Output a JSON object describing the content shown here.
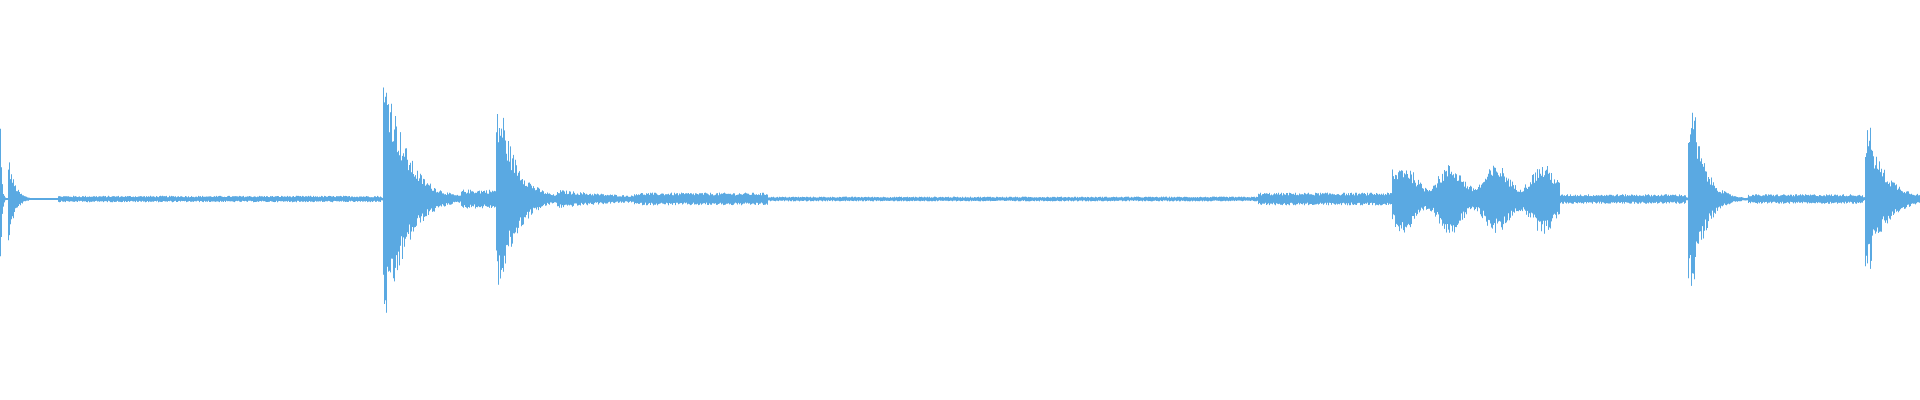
{
  "waveform": {
    "color": "#5aa9e2",
    "background": "#ffffff",
    "duration_fraction_note_free": true,
    "segments": [
      {
        "start": 0.0,
        "end": 0.004,
        "peak": 0.52,
        "decay": 6.0
      },
      {
        "start": 0.004,
        "end": 0.03,
        "peak": 0.3,
        "decay": 8.0
      },
      {
        "start": 0.03,
        "end": 0.198,
        "peak": 0.02,
        "decay": 0.0
      },
      {
        "start": 0.199,
        "end": 0.203,
        "peak": 0.75,
        "decay": 0.0
      },
      {
        "start": 0.203,
        "end": 0.24,
        "peak": 0.72,
        "decay": 3.5
      },
      {
        "start": 0.24,
        "end": 0.258,
        "peak": 0.06,
        "decay": 0.0
      },
      {
        "start": 0.258,
        "end": 0.262,
        "peak": 0.55,
        "decay": 0.0
      },
      {
        "start": 0.262,
        "end": 0.29,
        "peak": 0.5,
        "decay": 3.0
      },
      {
        "start": 0.29,
        "end": 0.33,
        "peak": 0.06,
        "decay": 1.0
      },
      {
        "start": 0.33,
        "end": 0.4,
        "peak": 0.04,
        "decay": 0.0
      },
      {
        "start": 0.4,
        "end": 0.655,
        "peak": 0.015,
        "decay": 0.0
      },
      {
        "start": 0.655,
        "end": 0.725,
        "peak": 0.04,
        "decay": 0.0
      },
      {
        "start": 0.725,
        "end": 0.812,
        "peak": 0.22,
        "decay": 0.0
      },
      {
        "start": 0.812,
        "end": 0.878,
        "peak": 0.03,
        "decay": 0.0
      },
      {
        "start": 0.879,
        "end": 0.883,
        "peak": 0.55,
        "decay": 0.0
      },
      {
        "start": 0.883,
        "end": 0.91,
        "peak": 0.45,
        "decay": 4.0
      },
      {
        "start": 0.91,
        "end": 0.97,
        "peak": 0.03,
        "decay": 0.0
      },
      {
        "start": 0.971,
        "end": 0.975,
        "peak": 0.45,
        "decay": 0.0
      },
      {
        "start": 0.975,
        "end": 1.0,
        "peak": 0.35,
        "decay": 2.5
      }
    ]
  }
}
